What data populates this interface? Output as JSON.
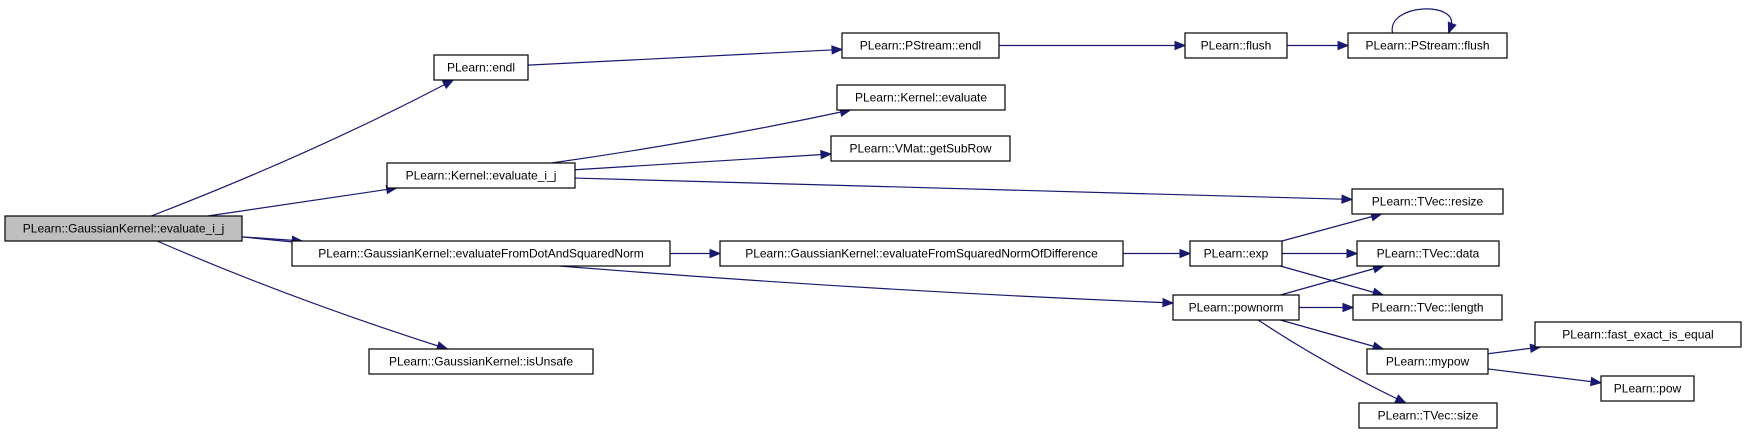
{
  "diagram": {
    "nodes": [
      {
        "id": "root",
        "label": "PLearn::GaussianKernel::evaluate_i_j",
        "root": true
      },
      {
        "id": "endl",
        "label": "PLearn::endl"
      },
      {
        "id": "kernel_eval_ij",
        "label": "PLearn::Kernel::evaluate_i_j"
      },
      {
        "id": "gk_dot",
        "label": "PLearn::GaussianKernel::evaluateFromDotAndSquaredNorm"
      },
      {
        "id": "gk_unsafe",
        "label": "PLearn::GaussianKernel::isUnsafe"
      },
      {
        "id": "ps_endl",
        "label": "PLearn::PStream::endl"
      },
      {
        "id": "kernel_eval",
        "label": "PLearn::Kernel::evaluate"
      },
      {
        "id": "vmat_sub",
        "label": "PLearn::VMat::getSubRow"
      },
      {
        "id": "gk_sq",
        "label": "PLearn::GaussianKernel::evaluateFromSquaredNormOfDifference"
      },
      {
        "id": "flush",
        "label": "PLearn::flush"
      },
      {
        "id": "exp",
        "label": "PLearn::exp"
      },
      {
        "id": "pownorm",
        "label": "PLearn::pownorm"
      },
      {
        "id": "ps_flush",
        "label": "PLearn::PStream::flush"
      },
      {
        "id": "tv_resize",
        "label": "PLearn::TVec::resize"
      },
      {
        "id": "tv_data",
        "label": "PLearn::TVec::data"
      },
      {
        "id": "tv_length",
        "label": "PLearn::TVec::length"
      },
      {
        "id": "mypow",
        "label": "PLearn::mypow"
      },
      {
        "id": "tv_size",
        "label": "PLearn::TVec::size"
      },
      {
        "id": "fast_eq",
        "label": "PLearn::fast_exact_is_equal"
      },
      {
        "id": "pow",
        "label": "PLearn::pow"
      }
    ],
    "edges": [
      {
        "from": "root",
        "to": "endl"
      },
      {
        "from": "root",
        "to": "kernel_eval_ij"
      },
      {
        "from": "root",
        "to": "gk_dot"
      },
      {
        "from": "root",
        "to": "gk_unsafe"
      },
      {
        "from": "root",
        "to": "pownorm"
      },
      {
        "from": "endl",
        "to": "ps_endl"
      },
      {
        "from": "ps_endl",
        "to": "flush"
      },
      {
        "from": "flush",
        "to": "ps_flush"
      },
      {
        "from": "ps_flush",
        "to": "ps_flush"
      },
      {
        "from": "kernel_eval_ij",
        "to": "kernel_eval"
      },
      {
        "from": "kernel_eval_ij",
        "to": "vmat_sub"
      },
      {
        "from": "kernel_eval_ij",
        "to": "tv_resize"
      },
      {
        "from": "gk_dot",
        "to": "gk_sq"
      },
      {
        "from": "gk_sq",
        "to": "exp"
      },
      {
        "from": "exp",
        "to": "tv_resize"
      },
      {
        "from": "exp",
        "to": "tv_data"
      },
      {
        "from": "exp",
        "to": "tv_length"
      },
      {
        "from": "pownorm",
        "to": "tv_data"
      },
      {
        "from": "pownorm",
        "to": "tv_length"
      },
      {
        "from": "pownorm",
        "to": "mypow"
      },
      {
        "from": "pownorm",
        "to": "tv_size"
      },
      {
        "from": "mypow",
        "to": "fast_eq"
      },
      {
        "from": "mypow",
        "to": "pow"
      }
    ],
    "colors": {
      "edge": "#191970",
      "node_border": "#000000",
      "root_fill": "#bfbfbf",
      "node_fill": "#ffffff"
    }
  }
}
